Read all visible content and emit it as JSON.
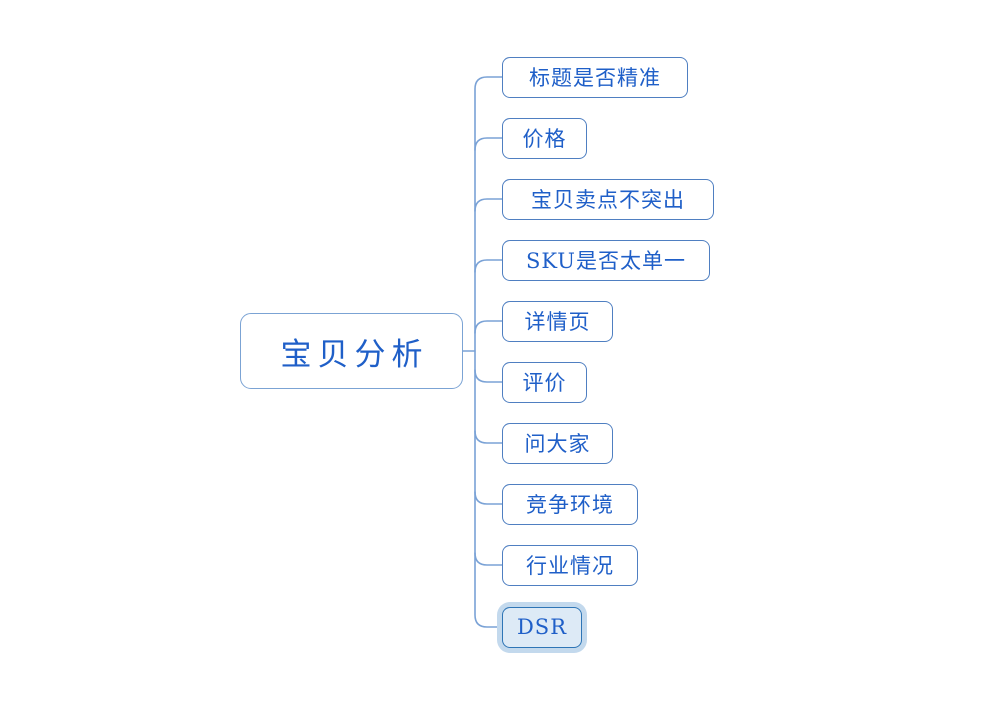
{
  "mindmap": {
    "root": {
      "label": "宝贝分析"
    },
    "children": [
      {
        "label": "标题是否精准",
        "selected": false
      },
      {
        "label": "价格",
        "selected": false
      },
      {
        "label": "宝贝卖点不突出",
        "selected": false
      },
      {
        "label": "SKU是否太单一",
        "selected": false
      },
      {
        "label": "详情页",
        "selected": false
      },
      {
        "label": "评价",
        "selected": false
      },
      {
        "label": "问大家",
        "selected": false
      },
      {
        "label": "竞争环境",
        "selected": false
      },
      {
        "label": "行业情况",
        "selected": false
      },
      {
        "label": "DSR",
        "selected": true
      }
    ],
    "colors": {
      "root_border": "#7ba3d4",
      "child_border": "#4f7fc1",
      "text": "#1f5fc8",
      "connector": "#7aa2d6",
      "selected_fill": "#ddeaf6",
      "selected_border": "#2e75b6",
      "selected_halo": "#c3d9ed"
    }
  }
}
